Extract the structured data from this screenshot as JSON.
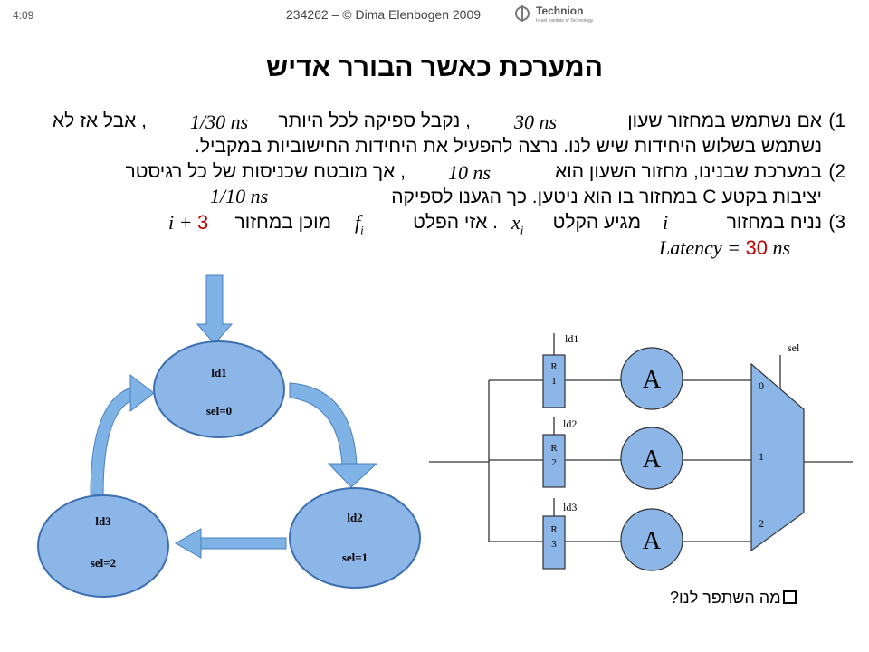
{
  "header": {
    "slide_number": "4:09",
    "footer": "234262 – © Dima Elenbogen 2009",
    "logo_text": "Technion",
    "logo_subtext": "Israel Institute of Technology"
  },
  "title": "המערכת כאשר הבורר אדיש",
  "text": {
    "l1_num": "1)",
    "l1_a": "אם נשתמש במחזור שעון",
    "l1_m1": "30 ns",
    "l1_b": ", נקבל ספיקה לכל היותר",
    "l1_m2": "1/30 ns",
    "l1_c": ", אבל אז לא",
    "l2": "נשתמש בשלוש היחידות שיש לנו. נרצה להפעיל את היחידות החישוביות במקביל.",
    "l3_num": "2)",
    "l3_a": "במערכת שבנינו, מחזור השעון הוא",
    "l3_m": "10 ns",
    "l3_b": ", אך מובטח שכניסות של כל רגיסטר",
    "l4_a": "יציבות בקטע C במחזור בו הוא ניטען. כך הגענו לספיקה",
    "l4_m": "1/10 ns",
    "l5_num": "3)",
    "l5_a": "נניח במחזור",
    "l5_m1": "i",
    "l5_b": "מגיע הקלט",
    "l5_m2": "x",
    "l5_m2sub": "i",
    "l5_c": ". אזי הפלט",
    "l5_m3": "f",
    "l5_m3sub": "i",
    "l5_d": "מוכן במחזור",
    "l5_m4a": "i + ",
    "l5_m4b": "3",
    "latency_a": "Latency = ",
    "latency_b": "30",
    "latency_c": " ns"
  },
  "fsm": {
    "s1_name": "ld1",
    "s1_sel": "sel=0",
    "s2_name": "ld2",
    "s2_sel": "sel=1",
    "s3_name": "ld3",
    "s3_sel": "sel=2"
  },
  "circuit": {
    "ld1": "ld1",
    "ld2": "ld2",
    "ld3": "ld3",
    "sel": "sel",
    "reg1": [
      "R",
      "1"
    ],
    "reg2": [
      "R",
      "2"
    ],
    "reg3": [
      "R",
      "3"
    ],
    "unit": "A",
    "mux_in0": "0",
    "mux_in1": "1",
    "mux_in2": "2"
  },
  "bullet": "מה השתפר לנו?",
  "colors": {
    "state_fill": "#8db6e8",
    "state_stroke": "#3d6fb0",
    "arrow_fill": "#7fb2e5",
    "accent_red": "#c00000"
  }
}
